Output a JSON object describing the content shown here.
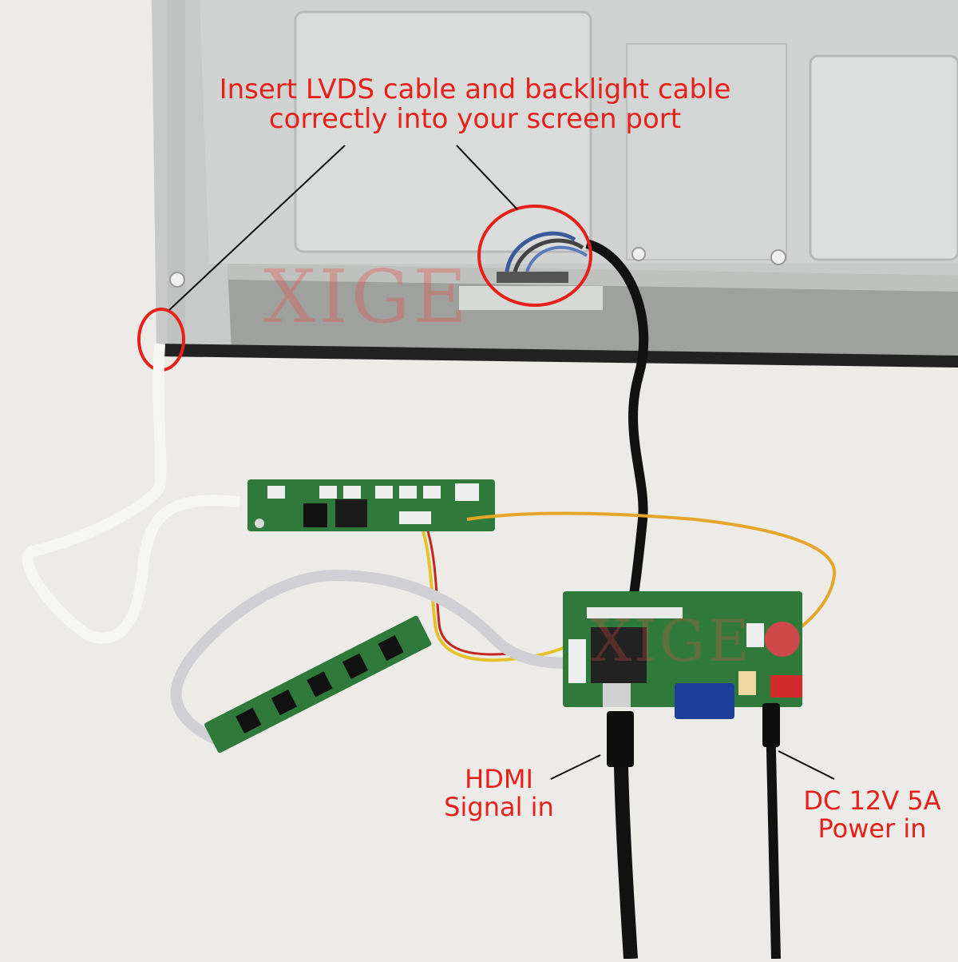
{
  "callouts": {
    "top_line1": "Insert LVDS cable and backlight cable",
    "top_line2": "correctly into your screen port",
    "hdmi_line1": "HDMI",
    "hdmi_line2": "Signal in",
    "power_line1": "DC 12V 5A",
    "power_line2": "Power in"
  },
  "watermark": "XIGE",
  "colors": {
    "annotation_red": "#e8201a",
    "background": "#ecebe8",
    "panel_metal": "#c9ccca",
    "pcb_green": "#2f7a3b"
  }
}
